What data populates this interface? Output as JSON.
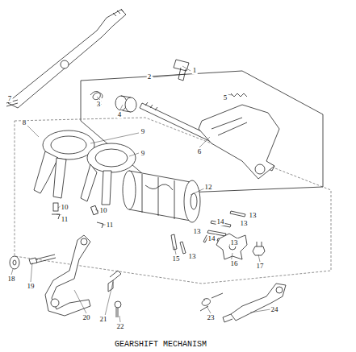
{
  "diagram": {
    "title": "GEARSHIFT MECHANISM",
    "labels": [
      "1",
      "2",
      "3",
      "4",
      "5",
      "6",
      "7",
      "8",
      "9",
      "9",
      "10",
      "10",
      "11",
      "11",
      "12",
      "13",
      "14",
      "13",
      "13",
      "14",
      "13",
      "15",
      "13",
      "16",
      "17",
      "18",
      "19",
      "20",
      "21",
      "22",
      "23",
      "24"
    ]
  }
}
